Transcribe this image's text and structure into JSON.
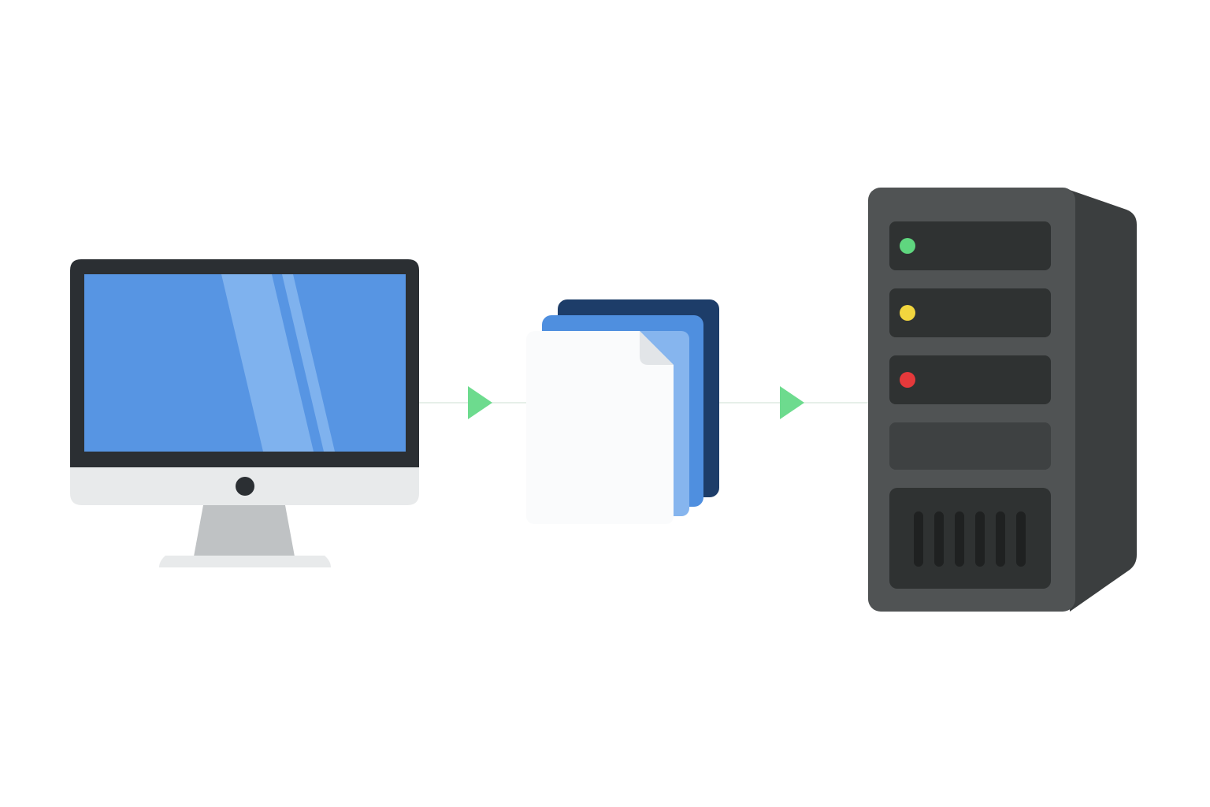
{
  "diagram": {
    "nodes": [
      {
        "id": "computer",
        "icon": "desktop-computer-icon"
      },
      {
        "id": "files",
        "icon": "document-stack-icon"
      },
      {
        "id": "server",
        "icon": "server-tower-icon"
      }
    ],
    "edges": [
      {
        "from": "computer",
        "to": "files",
        "icon": "arrow-right-icon"
      },
      {
        "from": "files",
        "to": "server",
        "icon": "arrow-right-icon"
      }
    ],
    "server_status_lights": [
      "green",
      "yellow",
      "red"
    ]
  },
  "colors": {
    "background": "#ffffff",
    "monitor_bezel": "#2b2f33",
    "monitor_screen": "#5795e3",
    "screen_glare": "#7fb2ee",
    "monitor_chin": "#e8eaeb",
    "monitor_stand": "#bfc2c4",
    "connector_line": "#e6efe9",
    "arrow": "#6ddb8e",
    "doc_back": "#1d3d69",
    "doc_middle": "#4f8fdf",
    "doc_middle_light": "#86b5ee",
    "doc_front": "#fafbfc",
    "doc_fold": "#e2e5e8",
    "server_front": "#505354",
    "server_side": "#3b3e3f",
    "server_bay": "#2f3232",
    "server_bay_empty": "#3e4142",
    "server_vent": "#1f2121",
    "led_green": "#5fd67f",
    "led_yellow": "#f2d63e",
    "led_red": "#e5393b"
  }
}
